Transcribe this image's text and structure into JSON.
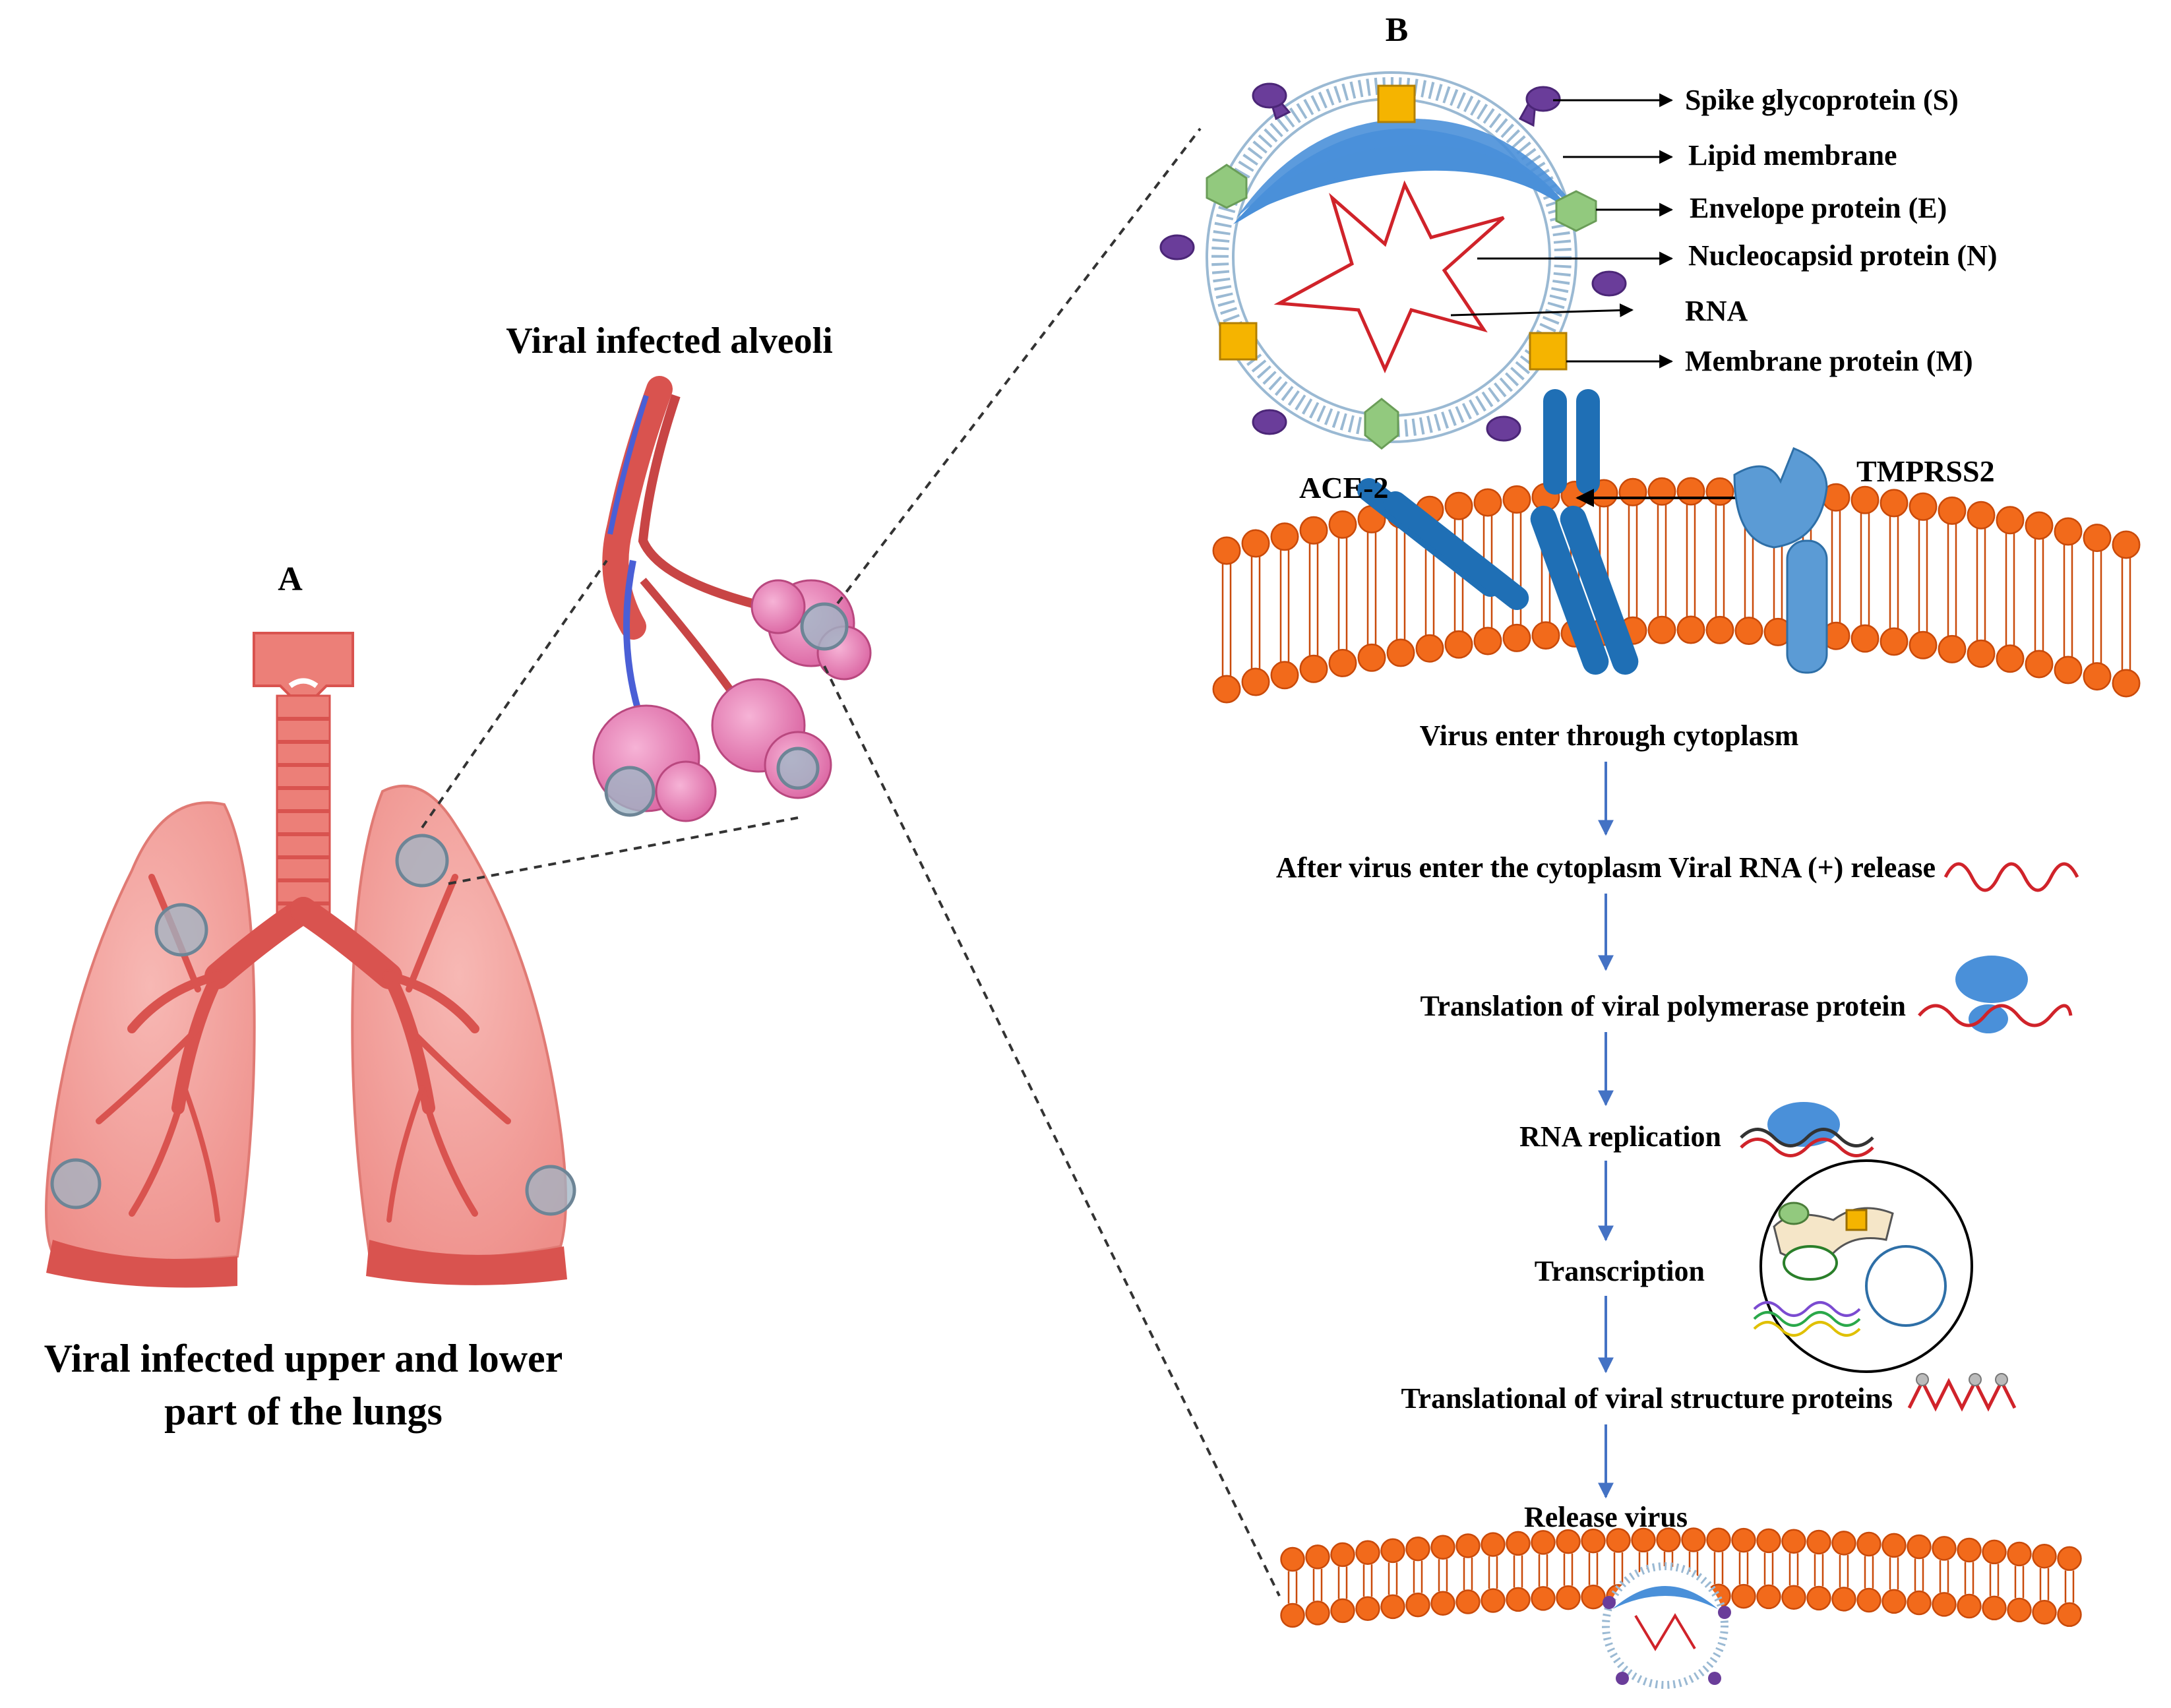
{
  "panels": {
    "a_letter": "A",
    "b_letter": "B",
    "alveoli_title": "Viral infected alveoli",
    "lungs_caption_line1": "Viral infected upper and lower",
    "lungs_caption_line2": "part of the lungs"
  },
  "virion_labels": [
    "Spike glycoprotein (S)",
    "Lipid membrane",
    "Envelope protein (E)",
    "Nucleocapsid protein (N)",
    "RNA",
    "Membrane protein (M)"
  ],
  "receptors": {
    "ace2": "ACE-2",
    "tmprss2": "TMPRSS2"
  },
  "steps": [
    "Virus enter through cytoplasm",
    "After virus enter the cytoplasm Viral RNA (+) release",
    "Translation of viral polymerase protein",
    "RNA replication",
    "Transcription",
    "Translational of viral structure proteins",
    "Release virus"
  ],
  "colors": {
    "lung": "#f2a4a0",
    "lung_dark": "#d9534f",
    "membrane": "#f26a1b",
    "membrane_stroke": "#c94a0a",
    "receptor_blue": "#1f6fb5",
    "tmprss2_blue": "#5b9bd5",
    "capsid_blue": "#4a90d9",
    "rna_red": "#d0232a",
    "spike_purple": "#6a3d9a",
    "envelope_green": "#92c97e",
    "membrane_protein_yellow": "#f5b400",
    "arrow_blue": "#4472c4",
    "alveoli_pink": "#e57fb8"
  }
}
